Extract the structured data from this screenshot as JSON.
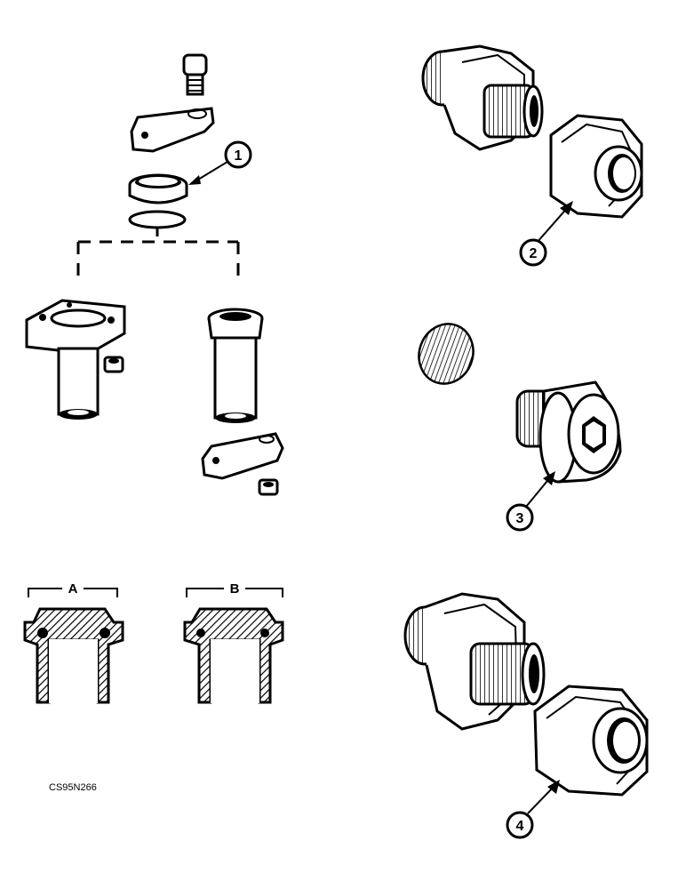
{
  "callouts": {
    "c1": "1",
    "c2": "2",
    "c3": "3",
    "c4": "4"
  },
  "sections": {
    "a": "A",
    "b": "B"
  },
  "figure_code": "CS95N266"
}
